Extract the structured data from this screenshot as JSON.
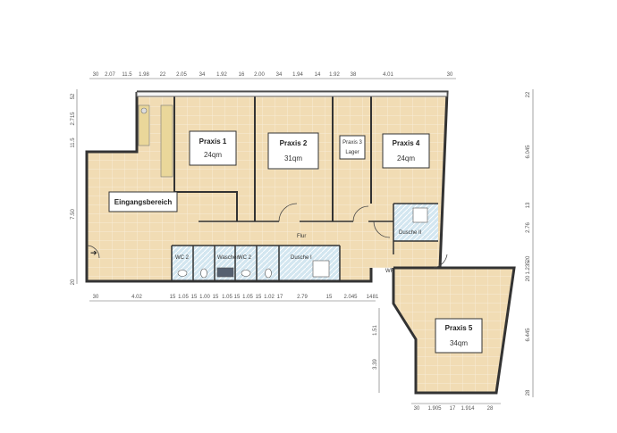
{
  "rooms": {
    "praxis1": {
      "name": "Praxis 1",
      "area": "24qm"
    },
    "praxis2": {
      "name": "Praxis 2",
      "area": "31qm"
    },
    "praxis3": {
      "name": "Praxis 3",
      "area": "Lager"
    },
    "praxis4": {
      "name": "Praxis 4",
      "area": "24qm"
    },
    "praxis5": {
      "name": "Praxis 5",
      "area": "34qm"
    },
    "eingang": {
      "name": "Eingangsbereich"
    },
    "flur": {
      "name": "Flur"
    },
    "wc2a": {
      "name": "WC 2"
    },
    "waschen": {
      "name": "Waschen"
    },
    "wc2b": {
      "name": "WC 2"
    },
    "dusche1": {
      "name": "Dusche I"
    },
    "dusche2": {
      "name": "Dusche II"
    },
    "wf": {
      "name": "WF"
    }
  },
  "dimensions": {
    "top": [
      "30",
      "2.07",
      "11.5",
      "1.98",
      "22",
      "2.05",
      "34",
      "1.92",
      "16",
      "2.00",
      "34",
      "1.94",
      "14",
      "1.92",
      "38",
      "4.01",
      "30"
    ],
    "bottom": [
      "30",
      "4.02",
      "15",
      "1.05",
      "15",
      "1.00",
      "15",
      "1.05",
      "15",
      "1.05",
      "15",
      "1.02",
      "17",
      "2.79",
      "15",
      "2.045",
      "14",
      "81"
    ],
    "left": [
      "52",
      "2.715",
      "11.5",
      "7.50",
      "20"
    ],
    "right": [
      "22",
      "6.045",
      "13",
      "2.76",
      "20",
      "1.235",
      "20",
      "6.445",
      "28"
    ],
    "praxis5_left": [
      "1.51",
      "3.39"
    ],
    "praxis5_bottom": [
      "30",
      "1.905",
      "17",
      "1.914",
      "28"
    ]
  },
  "colors": {
    "floor": "#f1dcb4",
    "wet_room": "#cfe3ee",
    "wall": "#333333"
  }
}
